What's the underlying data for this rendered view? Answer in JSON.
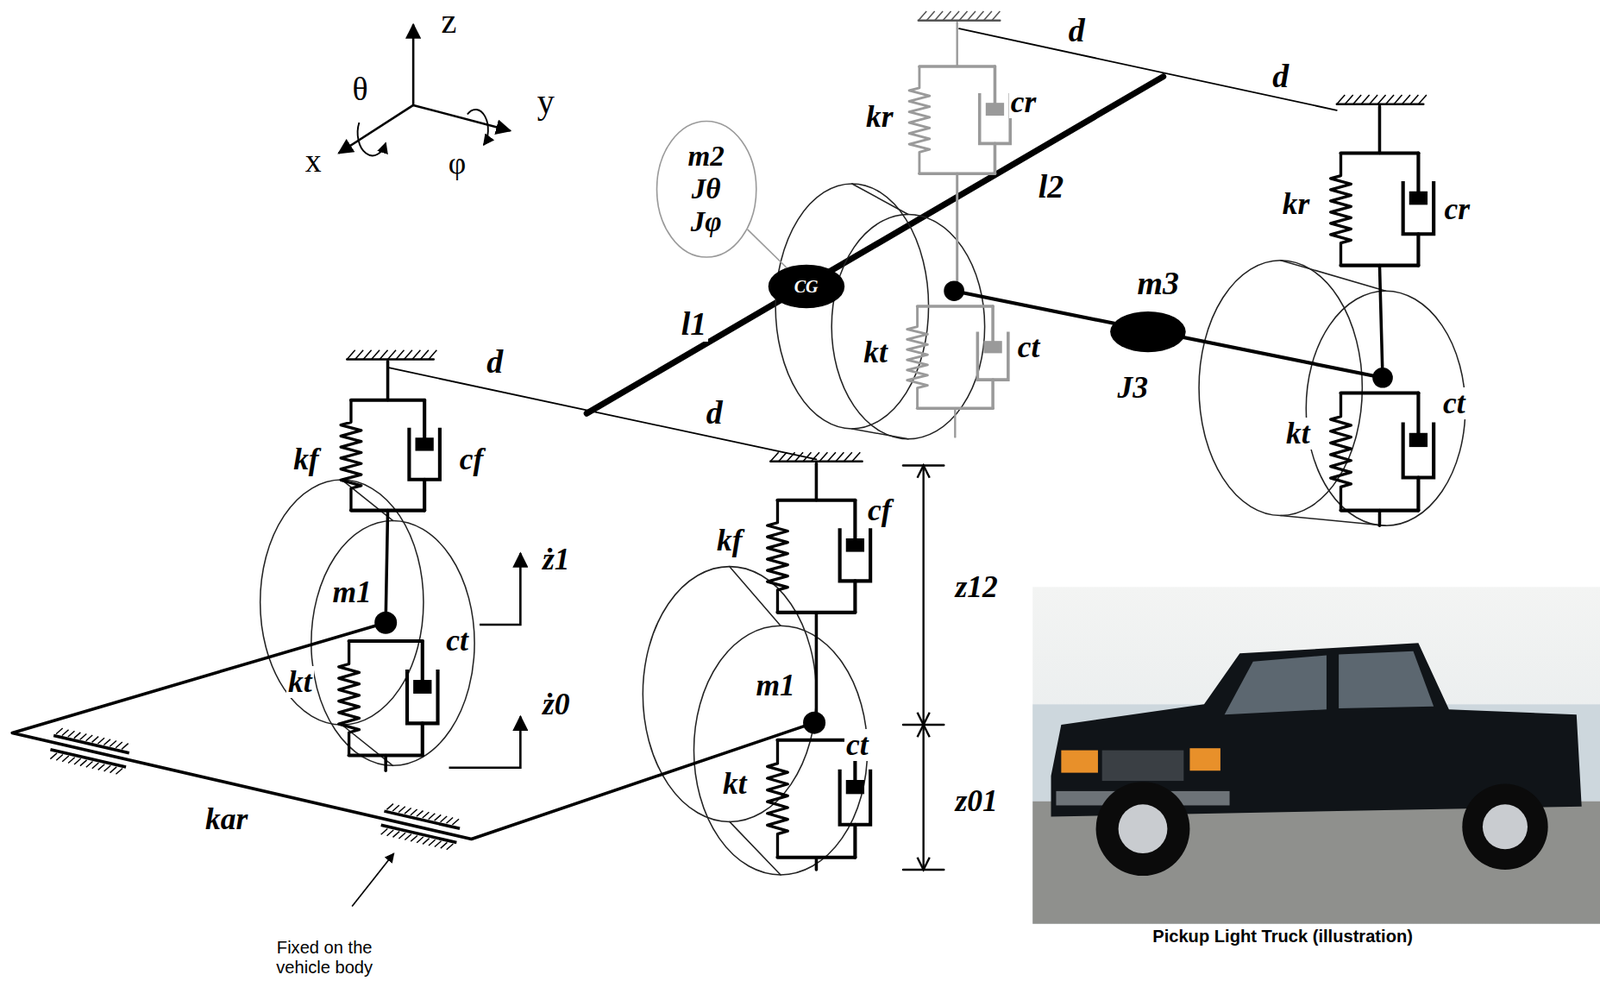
{
  "diagram": {
    "nodes": [
      {
        "text": [
          "m2",
          "Jθ",
          "Jφ"
        ]
      },
      {
        "text": [
          "CG"
        ]
      }
    ],
    "edges": [
      {
        "from": 0,
        "to": 1,
        "arrow": "none"
      }
    ],
    "labels": [
      "z",
      "θ",
      "y",
      "x",
      "φ",
      "d",
      "d",
      "kr",
      "cr",
      "l2",
      "kr",
      "cr",
      "l1",
      "kt",
      "ct",
      "m3",
      "J3",
      "d",
      "d",
      "kt",
      "ct",
      "kf",
      "cf",
      "ż1",
      "kf",
      "cf",
      "z12",
      "m1",
      "m1",
      "kt",
      "ct",
      "ż0",
      "kt",
      "ct",
      "z01",
      "kar",
      "Fixed on the vehicle body",
      "Pickup Light Truck (illustration)"
    ]
  }
}
